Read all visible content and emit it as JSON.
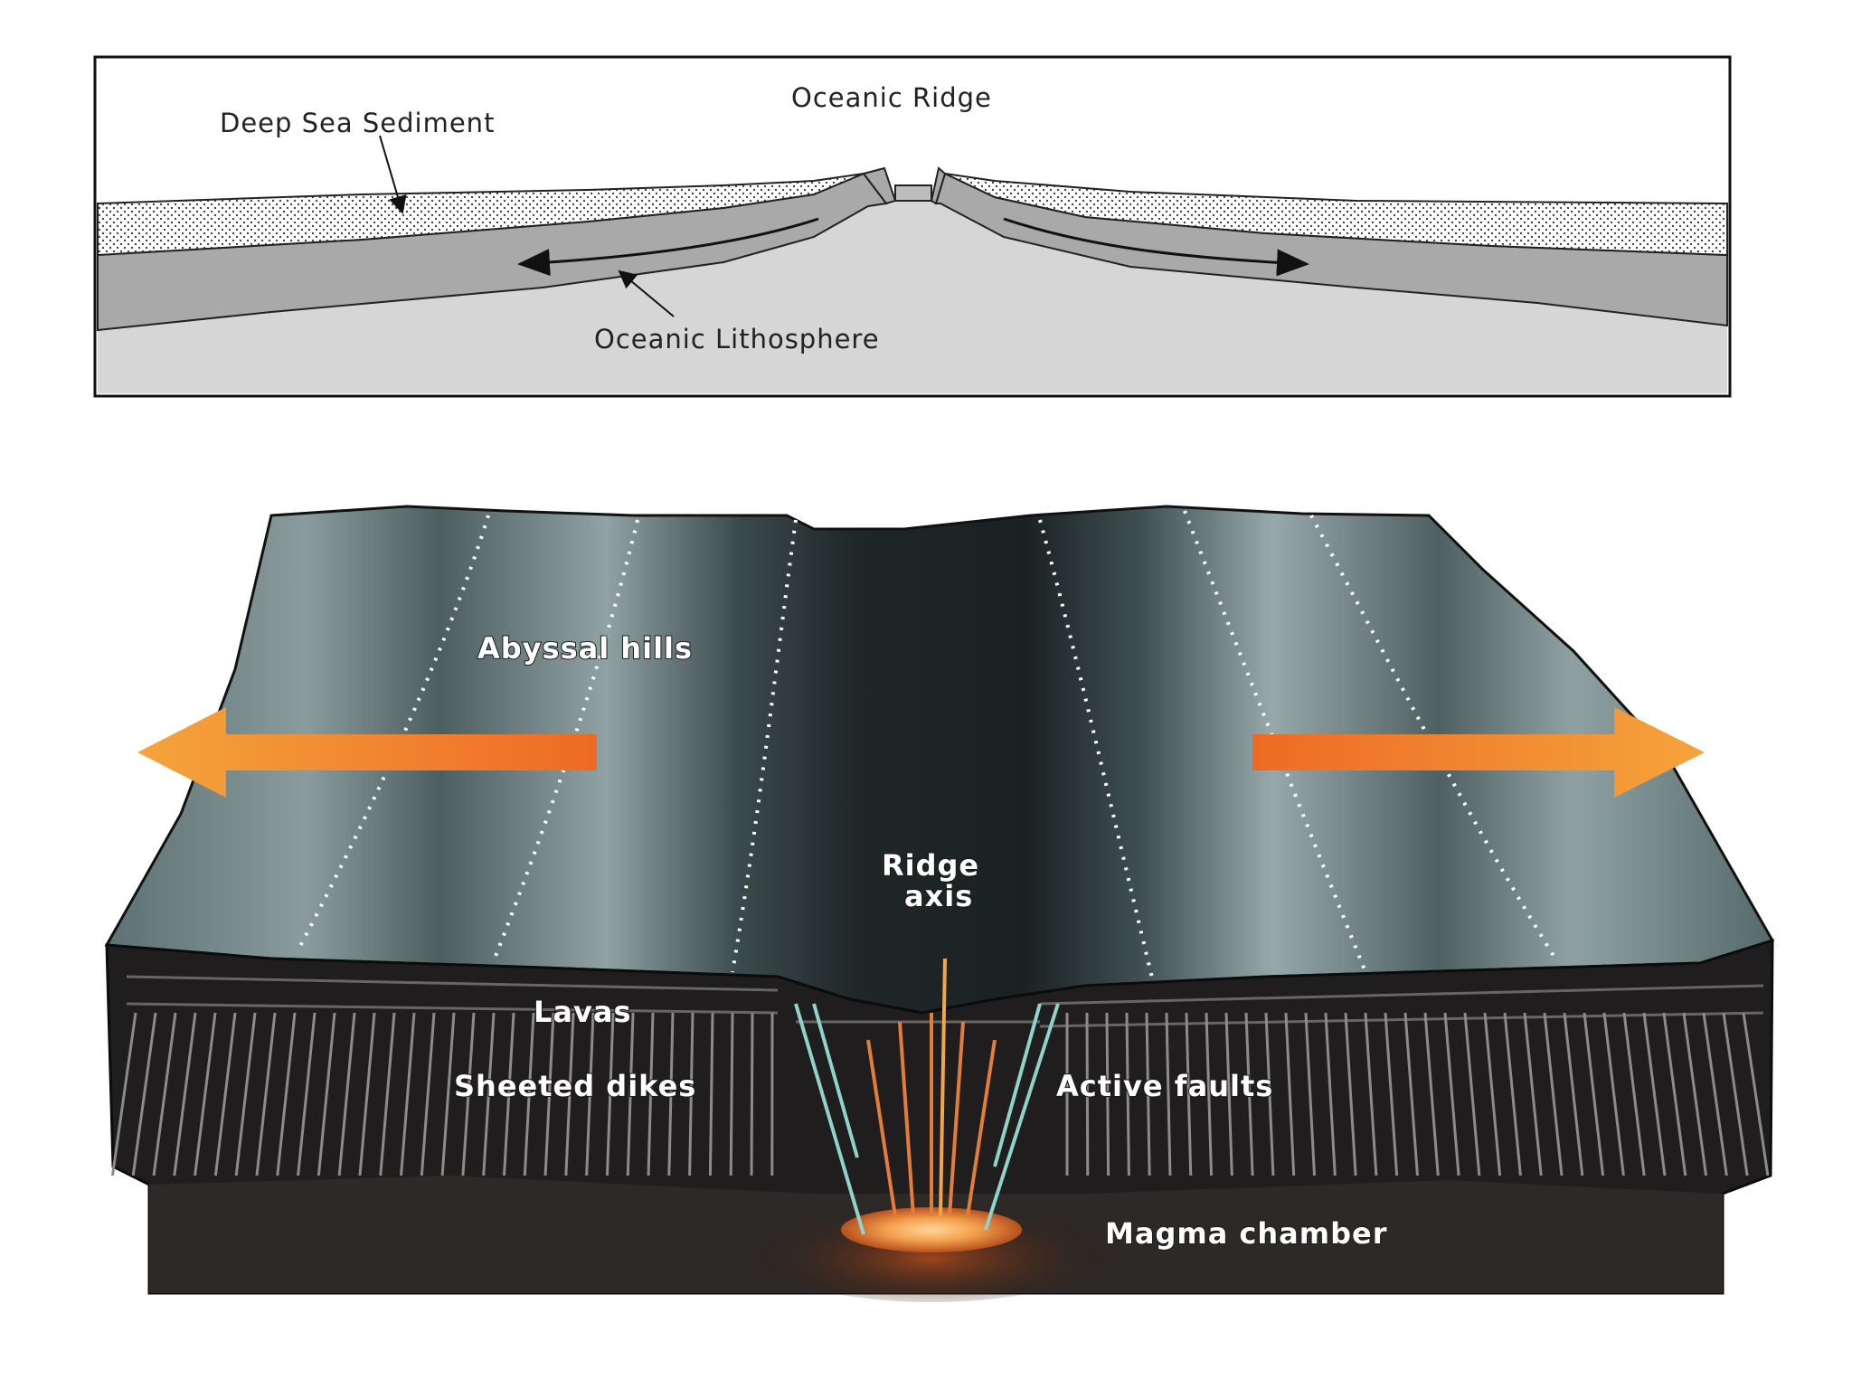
{
  "cross_section": {
    "labels": {
      "ridge": "Oceanic Ridge",
      "sediment": "Deep Sea Sediment",
      "lithosphere": "Oceanic Lithosphere"
    }
  },
  "block_diagram": {
    "labels": {
      "abyssal_hills": "Abyssal hills",
      "ridge_axis_line1": "Ridge",
      "ridge_axis_line2": "axis",
      "lavas": "Lavas",
      "sheeted_dikes": "Sheeted dikes",
      "active_faults": "Active faults",
      "magma_chamber": "Magma chamber"
    },
    "colors": {
      "arrow": "#f07a22",
      "seafloor": "#4f6264",
      "crust": "#1e1c1c",
      "magma": "#f29a4a"
    }
  }
}
